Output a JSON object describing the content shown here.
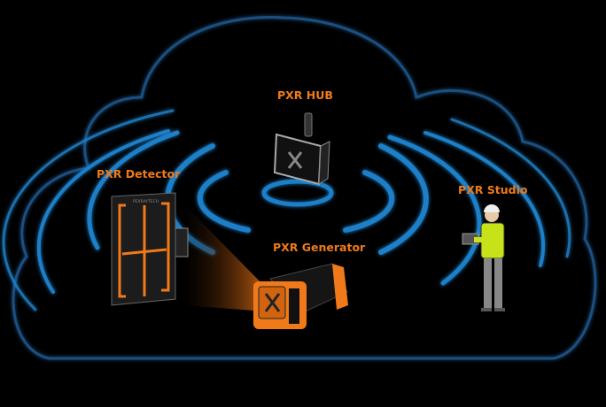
{
  "labels": {
    "hub": "PXR HUB",
    "detector": "PXR Detector",
    "generator": "PXR Generator",
    "studio": "PXR Studio"
  },
  "detector_brand": "PEXRAYTECH",
  "colors": {
    "background": "#000000",
    "accent_orange": "#f07a1a",
    "signal_blue": "#1e7fc8",
    "cloud_outline": "#1a4f80"
  },
  "icons": [
    "cloud-outline",
    "wireless-signal-waves",
    "hub-device",
    "detector-panel",
    "xray-generator",
    "technician-with-tablet"
  ]
}
